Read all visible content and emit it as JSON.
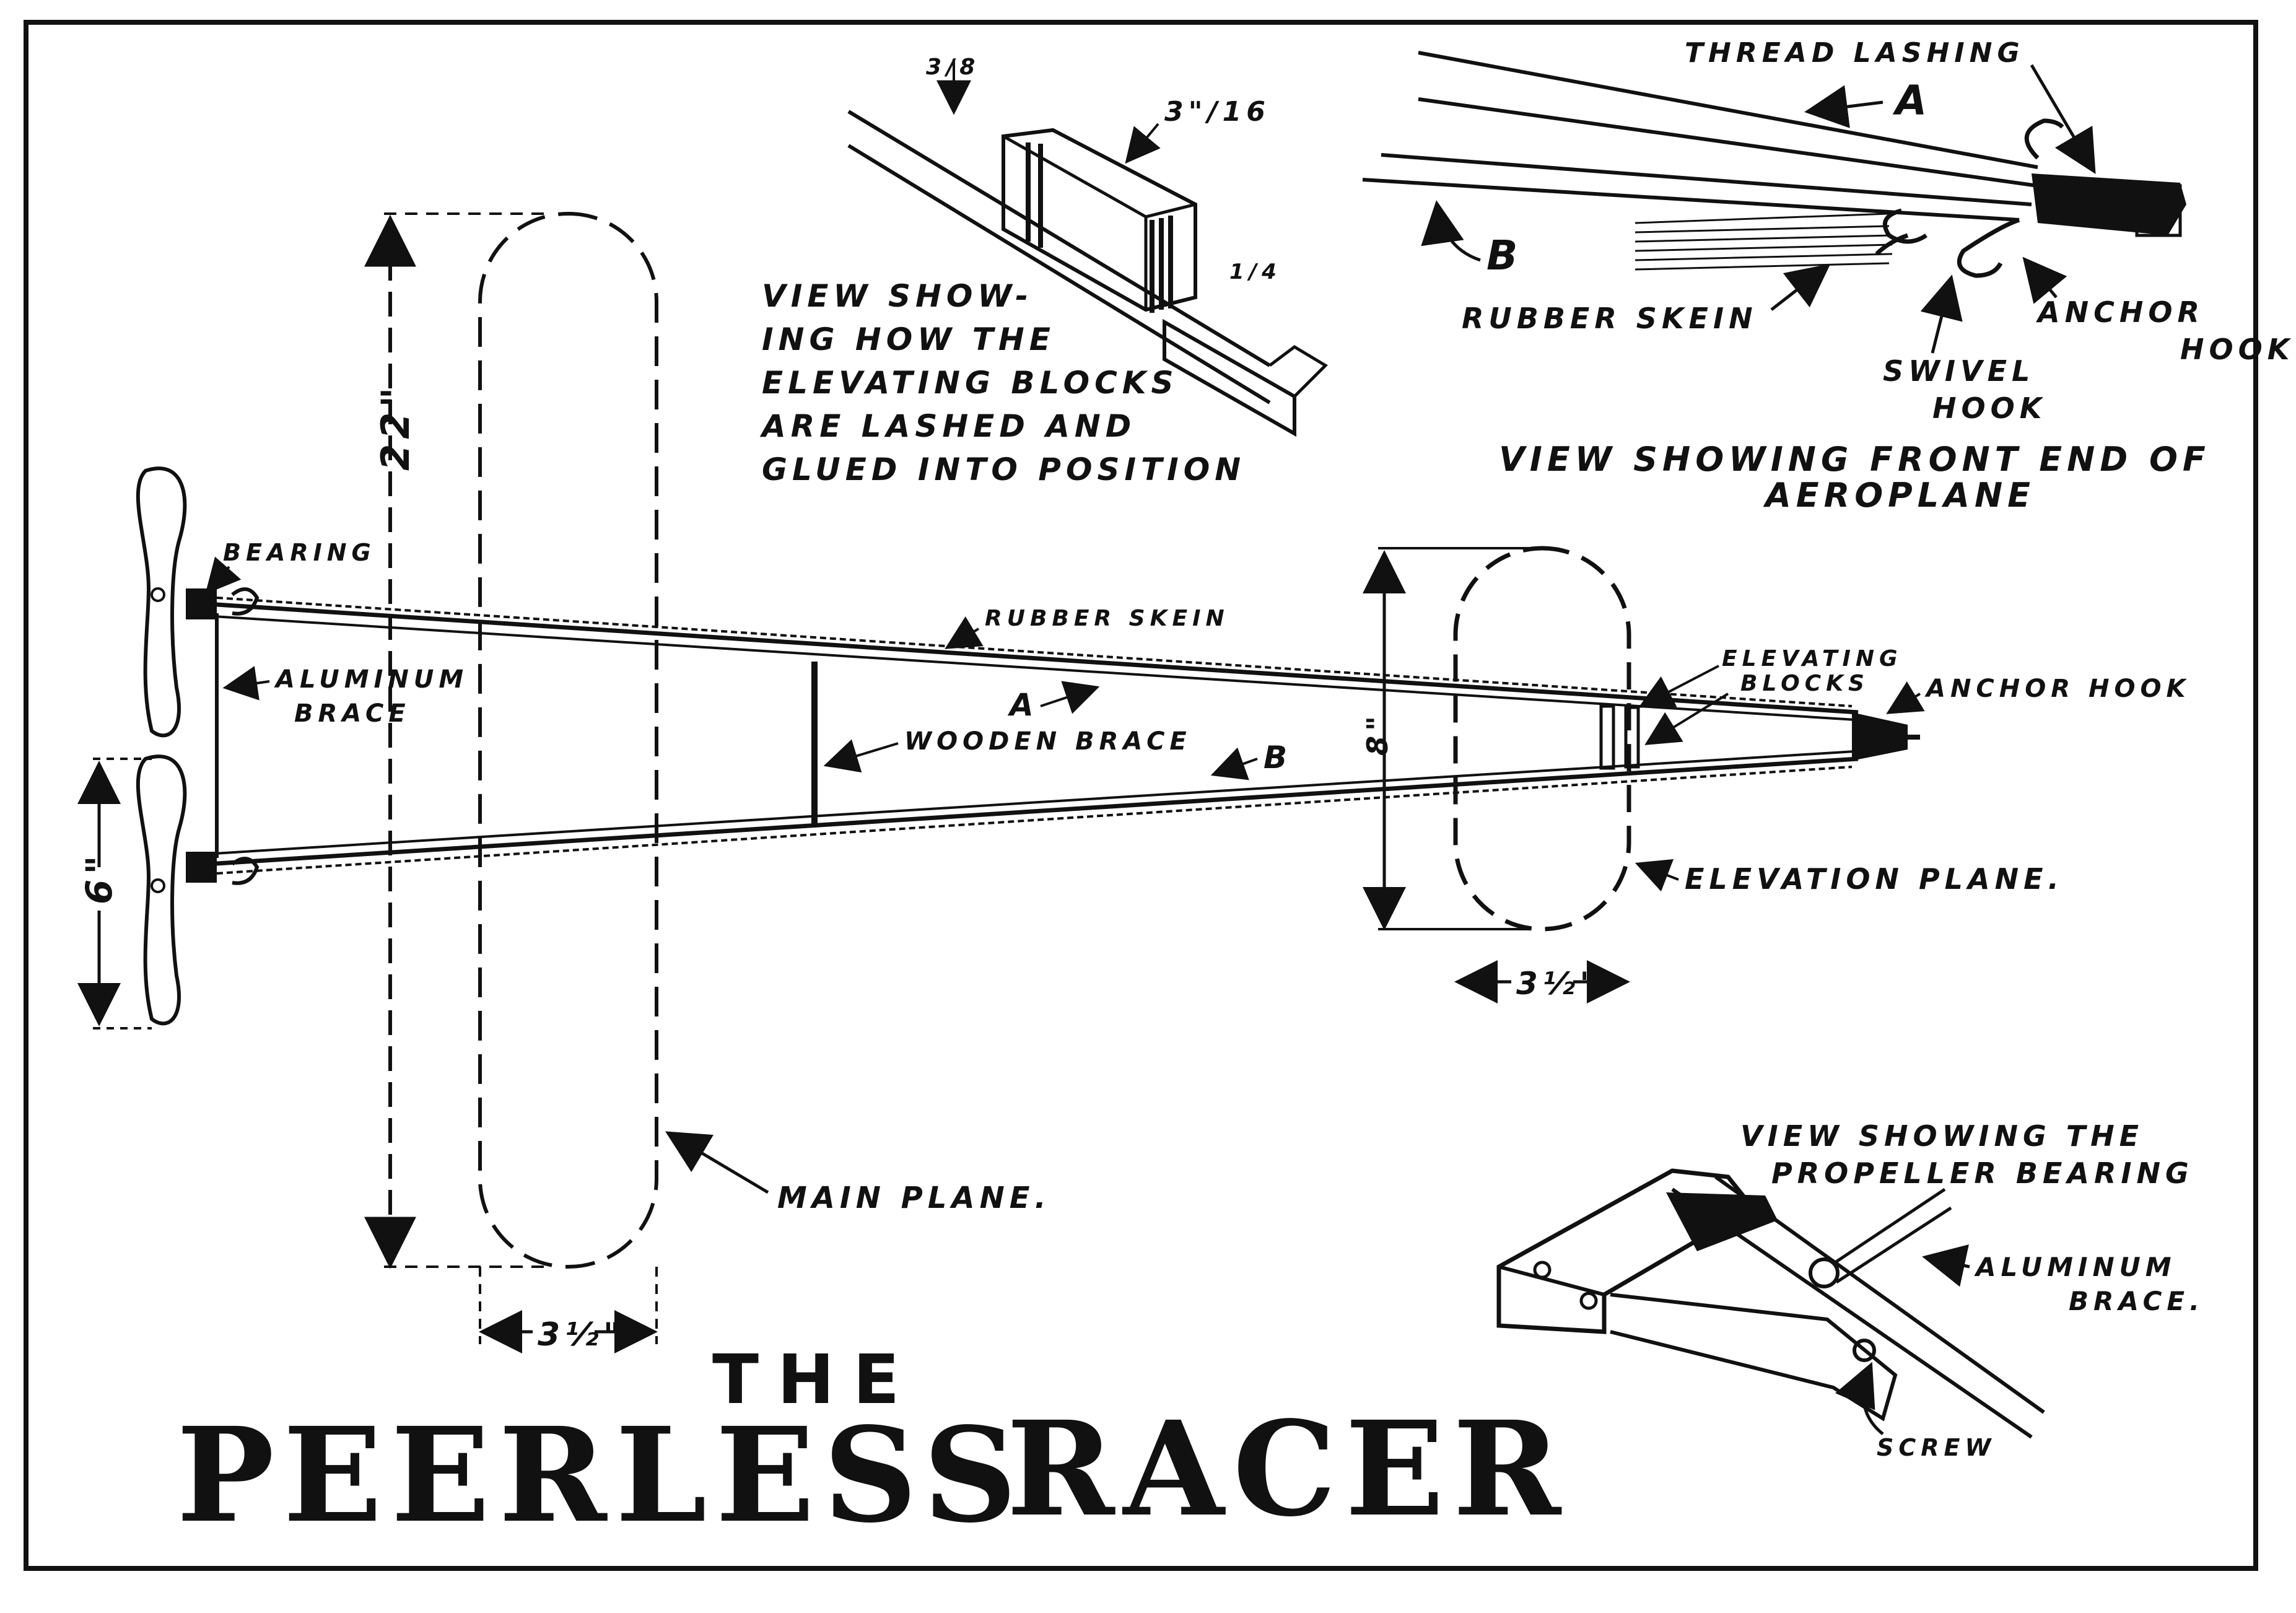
{
  "colors": {
    "ink": "#111111",
    "paper": "#ffffff"
  },
  "title": {
    "line1": "THE",
    "line2_left": "PEERLESS",
    "line2_right": "RACER"
  },
  "labels": {
    "bearing": "BEARING",
    "aluminum_brace_1": "ALUMINUM",
    "aluminum_brace_2": "BRACE",
    "rubber_skein": "RUBBER SKEIN",
    "a": "A",
    "b": "B",
    "wooden_brace": "WOODEN BRACE",
    "elevating_blocks_1": "ELEVATING",
    "elevating_blocks_2": "BLOCKS",
    "anchor_hook": "ANCHOR HOOK",
    "elevation_plane": "ELEVATION PLANE.",
    "main_plane": "MAIN PLANE.",
    "dim_22": "22\"",
    "dim_6": "6\"",
    "dim_8": "8\"",
    "dim_3half_main": "3½\"",
    "dim_3half_elev": "3½\""
  },
  "detail_blocks": {
    "caption": [
      "VIEW SHOW-",
      "ING HOW THE",
      "ELEVATING BLOCKS",
      "ARE LASHED AND",
      "GLUED INTO POSITION"
    ],
    "dim_3_8": "3/8",
    "dim_3_16": "3\"/16",
    "dim_1_4": "1/4"
  },
  "detail_front": {
    "thread_lashing": "THREAD LASHING",
    "a": "A",
    "b": "B",
    "rubber_skein": "RUBBER SKEIN",
    "anchor_hook_1": "ANCHOR",
    "anchor_hook_2": "HOOK",
    "swivel_hook_1": "SWIVEL",
    "swivel_hook_2": "HOOK",
    "caption_1": "VIEW SHOWING FRONT END OF",
    "caption_2": "AEROPLANE"
  },
  "detail_bearing": {
    "caption_1": "VIEW SHOWING THE",
    "caption_2": "PROPELLER BEARING",
    "aluminum_brace_1": "ALUMINUM",
    "aluminum_brace_2": "BRACE.",
    "screw": "SCREW"
  }
}
